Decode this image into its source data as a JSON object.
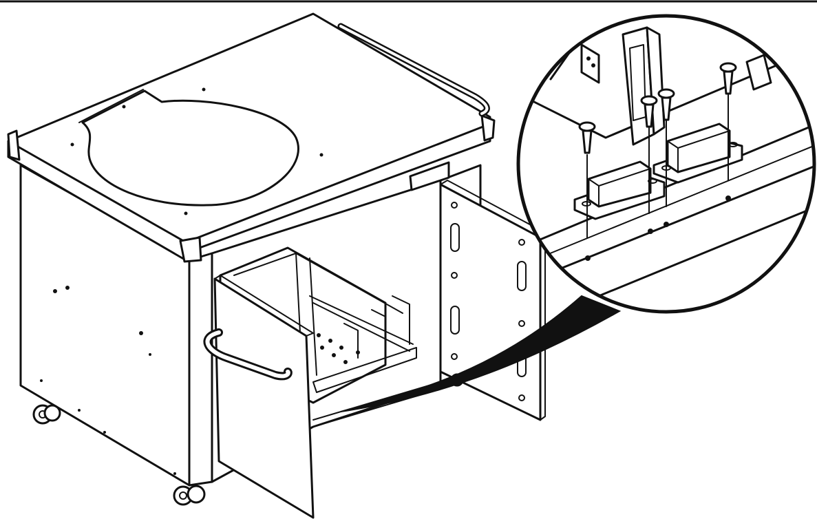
{
  "figure": {
    "colors": {
      "line": "#111111",
      "background": "#ffffff",
      "detail_bg": "#ffffff"
    },
    "nameplate": {
      "line1": "",
      "line2": ""
    },
    "parts": [
      "cart-table-top",
      "grill-cutout",
      "side-handle",
      "left-panel",
      "front-post",
      "open-door",
      "door-handle",
      "right-door",
      "drawer-rack",
      "casters",
      "detail-callout-circle",
      "magnetic-catch",
      "mounting-screw"
    ]
  }
}
